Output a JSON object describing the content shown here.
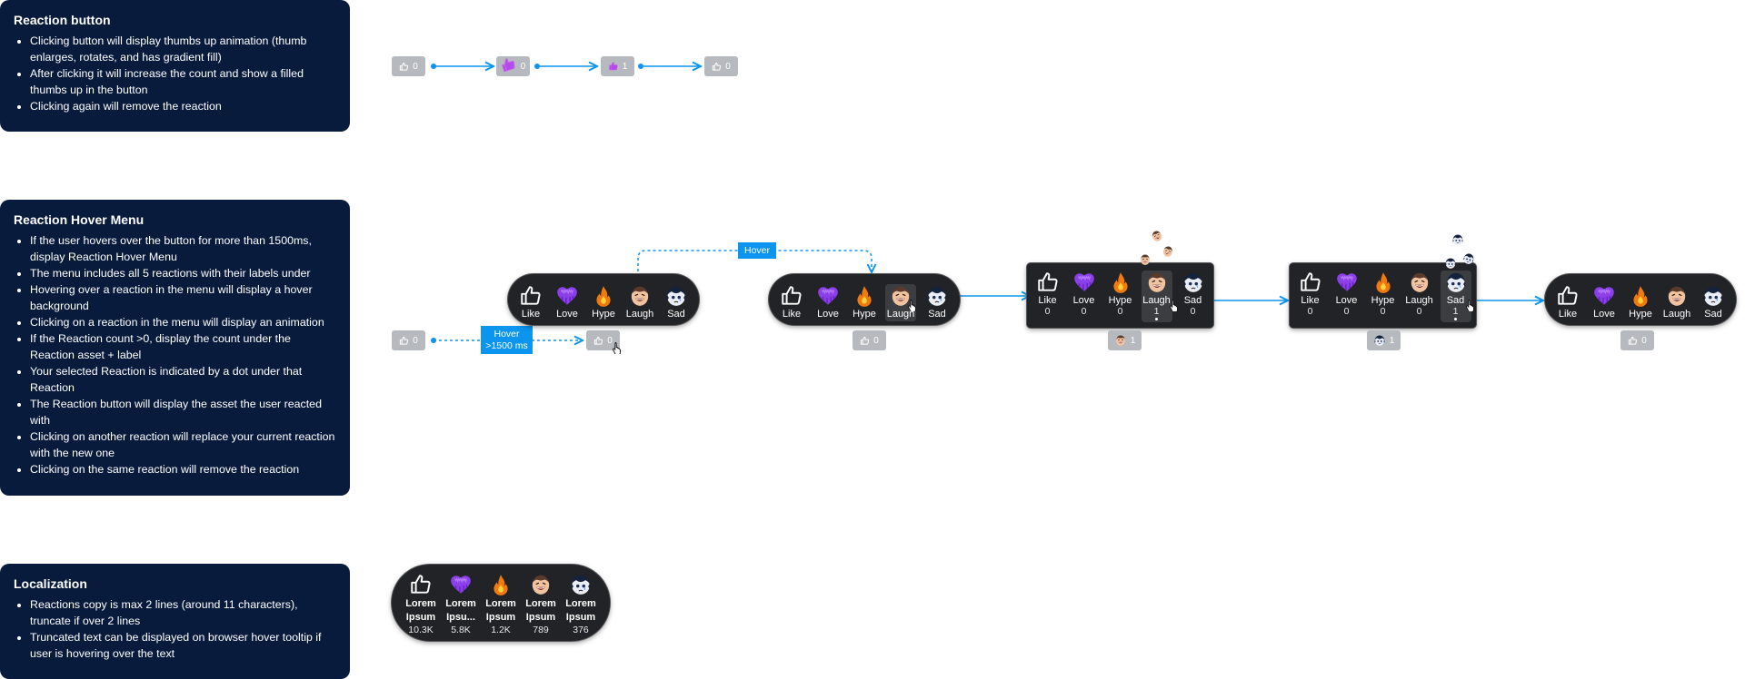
{
  "notes": [
    {
      "title": "Reaction button",
      "bullets": [
        "Clicking button will display thumbs up animation (thumb enlarges, rotates, and has gradient fill)",
        "After clicking it will increase the count and show a filled thumbs up in the button",
        "Clicking again will remove the reaction"
      ]
    },
    {
      "title": "Reaction Hover Menu",
      "bullets": [
        "If the user hovers over the button for more than 1500ms, display Reaction Hover Menu",
        "The menu includes all 5 reactions with their labels under",
        "Hovering over a reaction in the menu will display a hover background",
        "Clicking on a reaction in the menu will display an animation",
        "If the Reaction count >0, display the count under the Reaction asset + label",
        "Your selected Reaction is indicated by a dot under that Reaction",
        "The Reaction button will display the asset the user reacted with",
        "Clicking on another reaction will replace your current reaction with the new one",
        "Clicking on the same reaction will remove the reaction"
      ]
    },
    {
      "title": "Localization",
      "bullets": [
        "Reactions copy is max 2 lines (around 11 characters), truncate if over 2 lines",
        "Truncated text can be displayed on browser hover tooltip if user is hovering over the text"
      ]
    }
  ],
  "reaction_labels": [
    "Like",
    "Love",
    "Hype",
    "Laugh",
    "Sad"
  ],
  "reaction_icons": [
    "thumbs-up-icon",
    "heart-icon",
    "fire-icon",
    "laugh-face-icon",
    "sad-face-icon"
  ],
  "button_flow": {
    "counts": [
      "0",
      "0",
      "1",
      "0"
    ]
  },
  "hover_flow": {
    "start_button_count": "0",
    "hover_tag": "Hover\n>1500 ms",
    "hovered_button_count": "0",
    "hover_label": "Hover",
    "menu_laugh_counts": [
      "0",
      "0",
      "0",
      "1",
      "0"
    ],
    "menu_sad_counts": [
      "0",
      "0",
      "0",
      "0",
      "1"
    ],
    "under_buttons": [
      "0",
      "1",
      "1",
      "0"
    ]
  },
  "localization": {
    "labels": [
      "Lorem Ipsum",
      "Lorem Ipsu...",
      "Lorem Ipsum",
      "Lorem Ipsum",
      "Lorem Ipsum"
    ],
    "counts": [
      "10.3K",
      "5.8K",
      "1.2K",
      "789",
      "376"
    ]
  },
  "colors": {
    "note_bg": "#081b3d",
    "accent_blue": "#0c95ee",
    "button_grey": "#b6b9bd",
    "menu_bg": "#222326",
    "love_purple": "#8b3fe8",
    "fire_orange": "#f07a10"
  }
}
